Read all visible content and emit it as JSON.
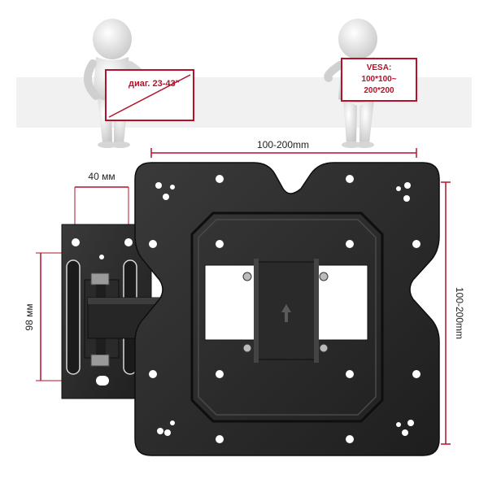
{
  "left_sign": {
    "text": "диаг. 23-43\""
  },
  "right_sign": {
    "line1": "VESA:",
    "line2": "100*100~",
    "line3": "200*200"
  },
  "dimensions": {
    "top_width": "100-200mm",
    "right_height": "100-200mm",
    "wall_hole_spacing": "40 мм",
    "wall_height": "98 мм"
  },
  "colors": {
    "accent": "#b3122a",
    "metal": "#2b2b2b",
    "metal_edge": "#111111",
    "figure": "#e6e6e6"
  }
}
